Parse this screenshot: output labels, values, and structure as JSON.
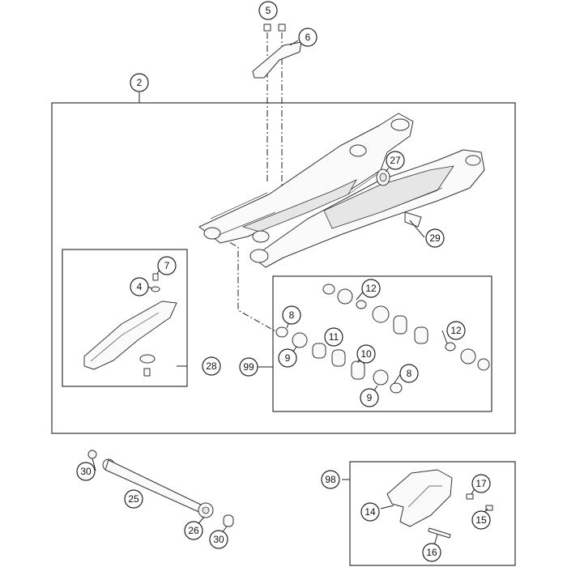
{
  "callouts": {
    "c2": "2",
    "c5": "5",
    "c6": "6",
    "c27": "27",
    "c29": "29",
    "c7": "7",
    "c4": "4",
    "c28": "28",
    "c12a": "12",
    "c12b": "12",
    "c8a": "8",
    "c8b": "8",
    "c9a": "9",
    "c9b": "9",
    "c11": "11",
    "c10": "10",
    "c99": "99",
    "c30a": "30",
    "c30b": "30",
    "c25": "25",
    "c26": "26",
    "c98": "98",
    "c14": "14",
    "c17": "17",
    "c15": "15",
    "c16": "16"
  }
}
